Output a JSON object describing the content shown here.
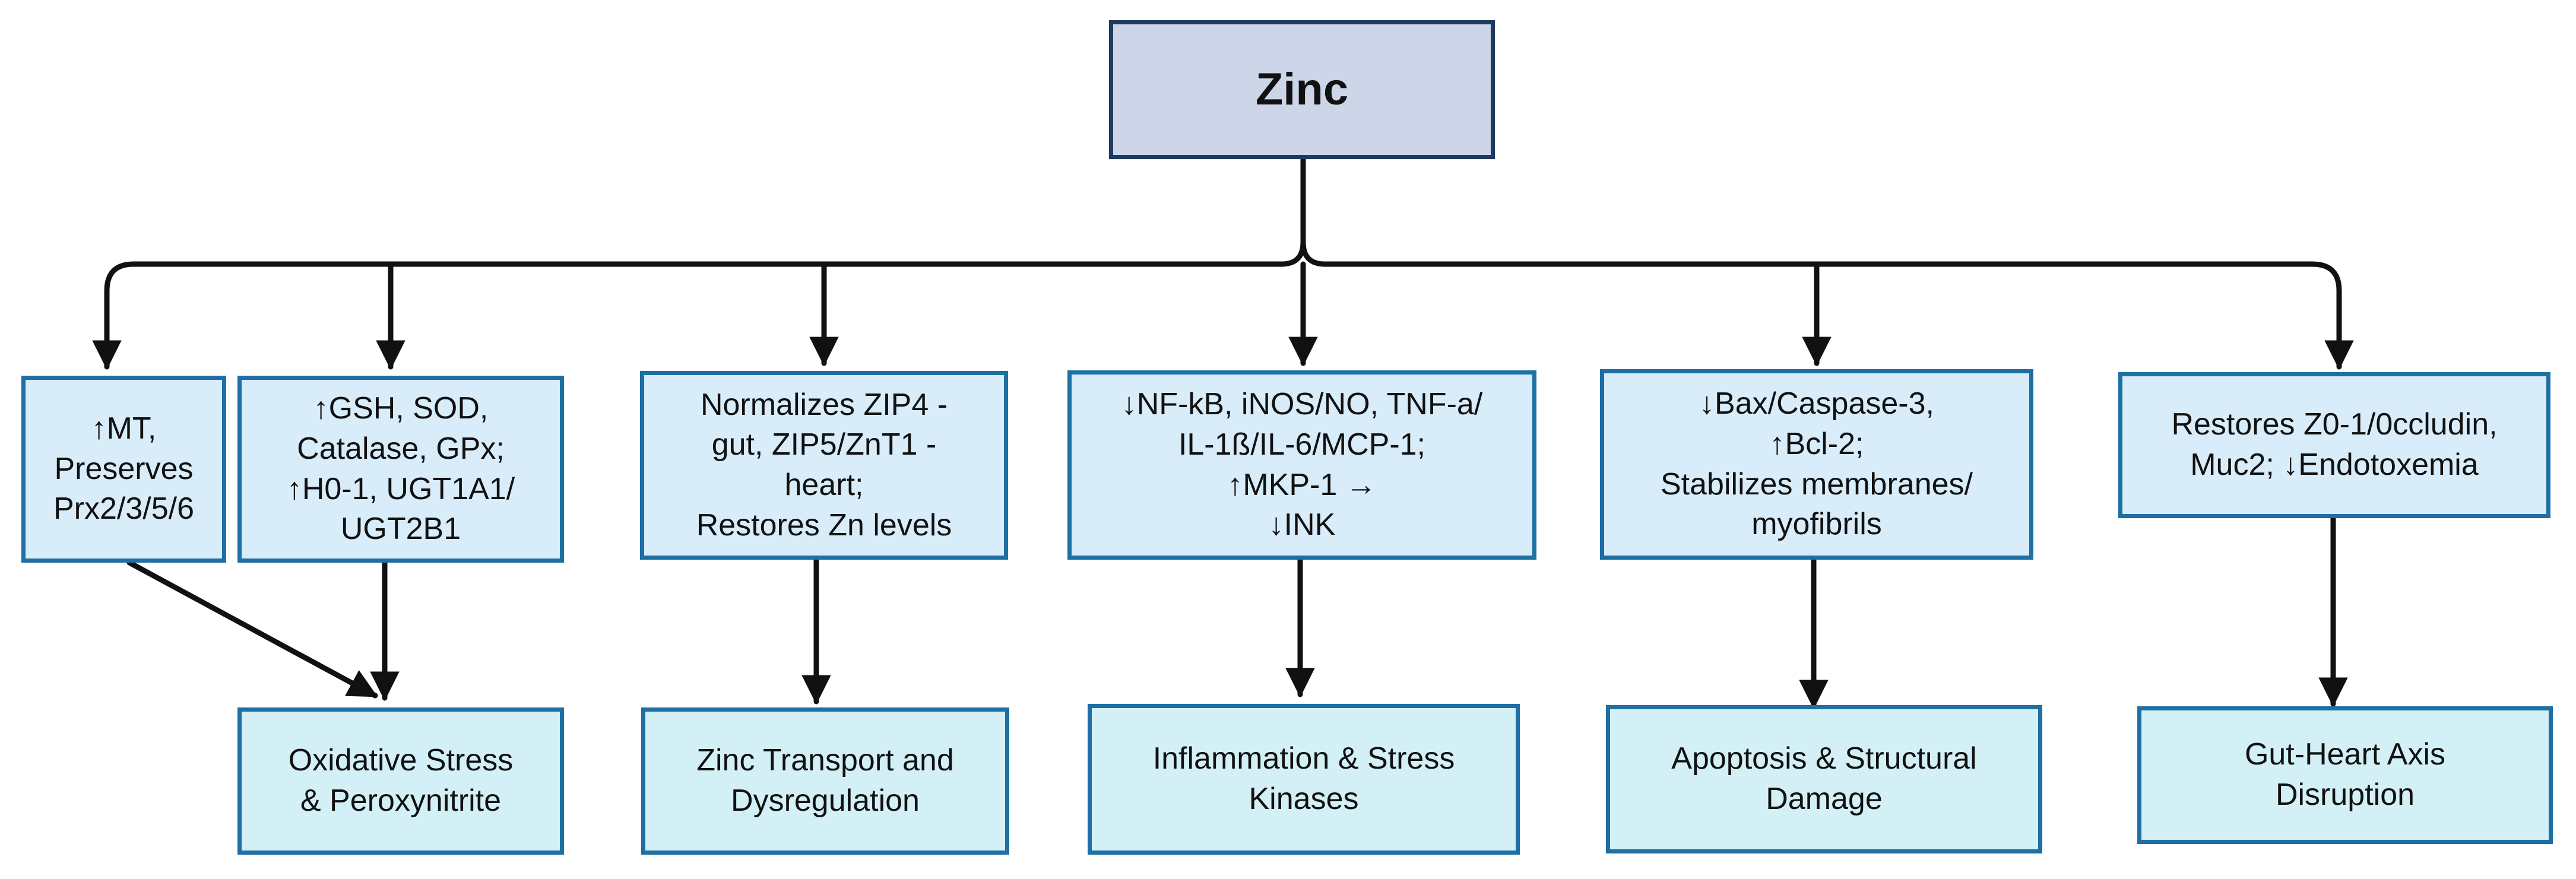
{
  "root": {
    "label": "Zinc"
  },
  "mechanisms": [
    {
      "label": "↑MT,\nPreserves\nPrx2/3/5/6"
    },
    {
      "label": "↑GSH, SOD,\nCatalase, GPx;\n↑H0-1, UGT1A1/\nUGT2B1"
    },
    {
      "label": "Normalizes ZIP4 -\ngut, ZIP5/ZnT1 -\nheart;\nRestores Zn levels"
    },
    {
      "label": "↓NF-kB, iNOS/NO, TNF-a/\nIL-1ß/IL-6/MCP-1;\n↑MKP-1 →\n↓INK"
    },
    {
      "label": "↓Bax/Caspase-3,\n↑Bcl-2;\nStabilizes membranes/\nmyofibrils"
    },
    {
      "label": "Restores Z0-1/0ccludin,\nMuc2; ↓Endotoxemia"
    }
  ],
  "outcomes": [
    {
      "label": "Oxidative Stress\n& Peroxynitrite"
    },
    {
      "label": "Zinc Transport and\nDysregulation"
    },
    {
      "label": "Inflammation & Stress\nKinases"
    },
    {
      "label": "Apoptosis & Structural\nDamage"
    },
    {
      "label": "Gut-Heart Axis\nDisruption"
    }
  ],
  "colors": {
    "root_fill": "#cdd5e9",
    "root_border": "#1f3a5f",
    "mechanism_fill": "#d8ecfa",
    "outcome_fill": "#d3f0f6",
    "box_border": "#1e6fa3",
    "connector": "#111111"
  }
}
